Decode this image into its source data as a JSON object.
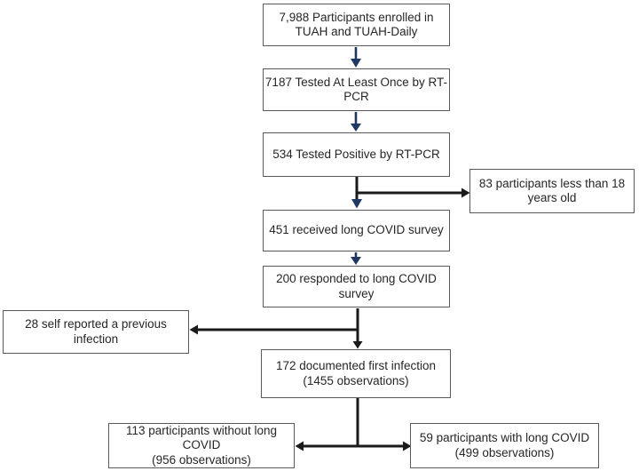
{
  "colors": {
    "arrow_blue": "#1f3864",
    "arrow_black": "#1a1a1a",
    "box_border": "#5a5a5a",
    "text": "#262626",
    "background": "#ffffff"
  },
  "nodes": {
    "enrolled": {
      "lines": [
        "7,988 Participants enrolled in",
        "TUAH and TUAH-Daily"
      ]
    },
    "tested_once": {
      "lines": [
        "7187 Tested At Least Once by RT-",
        "PCR"
      ]
    },
    "tested_positive": {
      "lines": [
        "534 Tested Positive by RT-PCR"
      ]
    },
    "under_18": {
      "lines": [
        "83 participants less than 18",
        "years old"
      ]
    },
    "received_survey": {
      "lines": [
        "451 received long COVID survey"
      ]
    },
    "responded_survey": {
      "lines": [
        "200 responded to long COVID",
        "survey"
      ]
    },
    "previous_infection": {
      "lines": [
        "28 self reported a previous",
        "infection"
      ]
    },
    "first_infection": {
      "lines": [
        "172 documented first infection",
        "(1455 observations)"
      ]
    },
    "without_long_covid": {
      "lines": [
        "113 participants without long",
        "COVID",
        "(956 observations)"
      ]
    },
    "with_long_covid": {
      "lines": [
        "59 participants with long COVID",
        "(499 observations)"
      ]
    }
  }
}
